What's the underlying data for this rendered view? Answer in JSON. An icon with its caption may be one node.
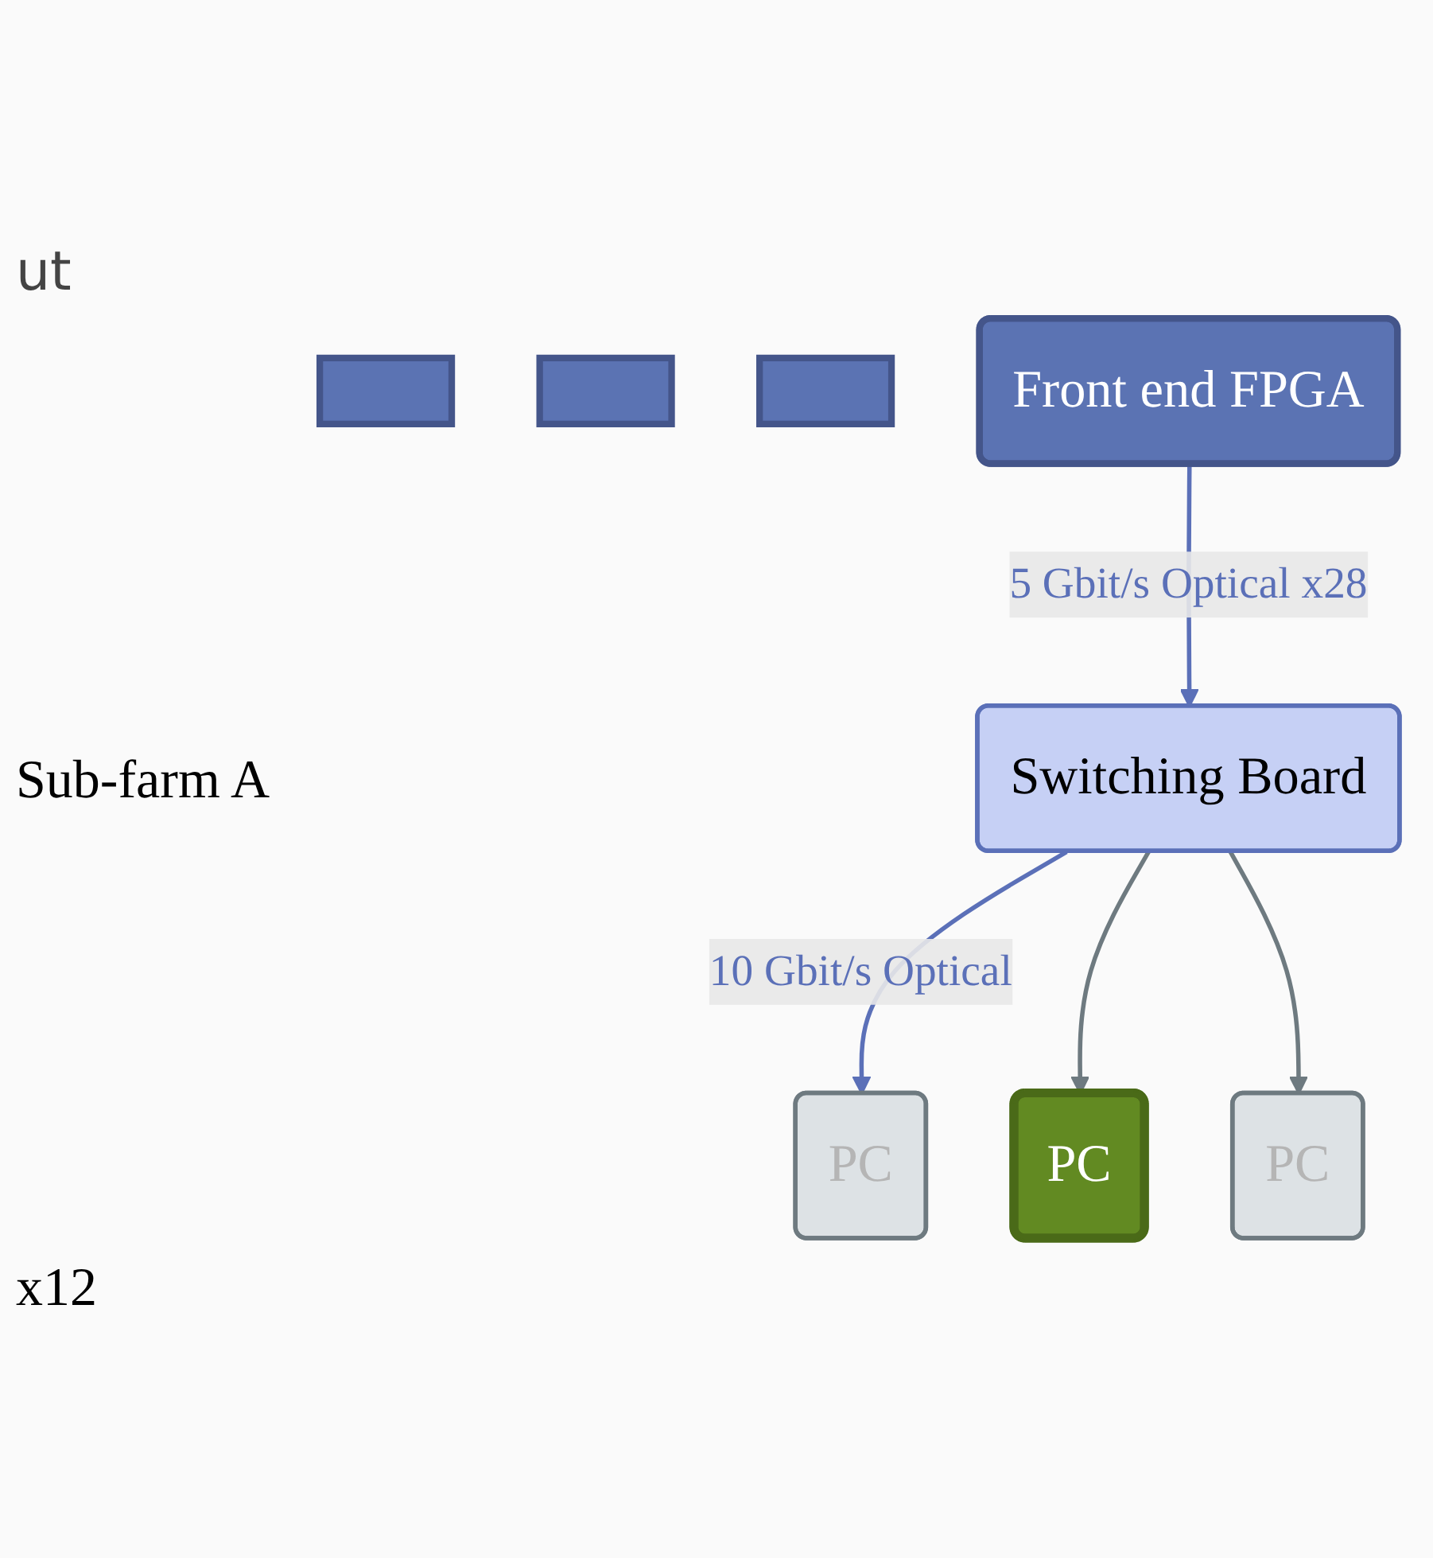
{
  "diagram": {
    "nodes": [
      {
        "text": [],
        "shape": "box"
      },
      {
        "text": [],
        "shape": "box"
      },
      {
        "text": [],
        "shape": "box"
      },
      {
        "text": [
          "Front end FPGA"
        ]
      },
      {
        "text": [
          "Switching Board"
        ]
      },
      {
        "text": [
          "PC"
        ]
      },
      {
        "text": [
          "PC"
        ]
      },
      {
        "text": [
          "PC"
        ]
      }
    ],
    "edges": [
      {
        "from": 3,
        "to": 4,
        "arrow": "to",
        "label": "5 Gbit/s Optical x28",
        "color": "#5b70b8"
      },
      {
        "from": 4,
        "to": 5,
        "arrow": "to",
        "label": "10 Gbit/s Optical",
        "color": "#5b70b8"
      },
      {
        "from": 4,
        "to": 6,
        "arrow": "to",
        "color": "#6e7a80"
      },
      {
        "from": 4,
        "to": 7,
        "arrow": "to",
        "color": "#6e7a80"
      }
    ],
    "labels": [
      "ut",
      "Sub-farm A",
      "x12"
    ]
  }
}
